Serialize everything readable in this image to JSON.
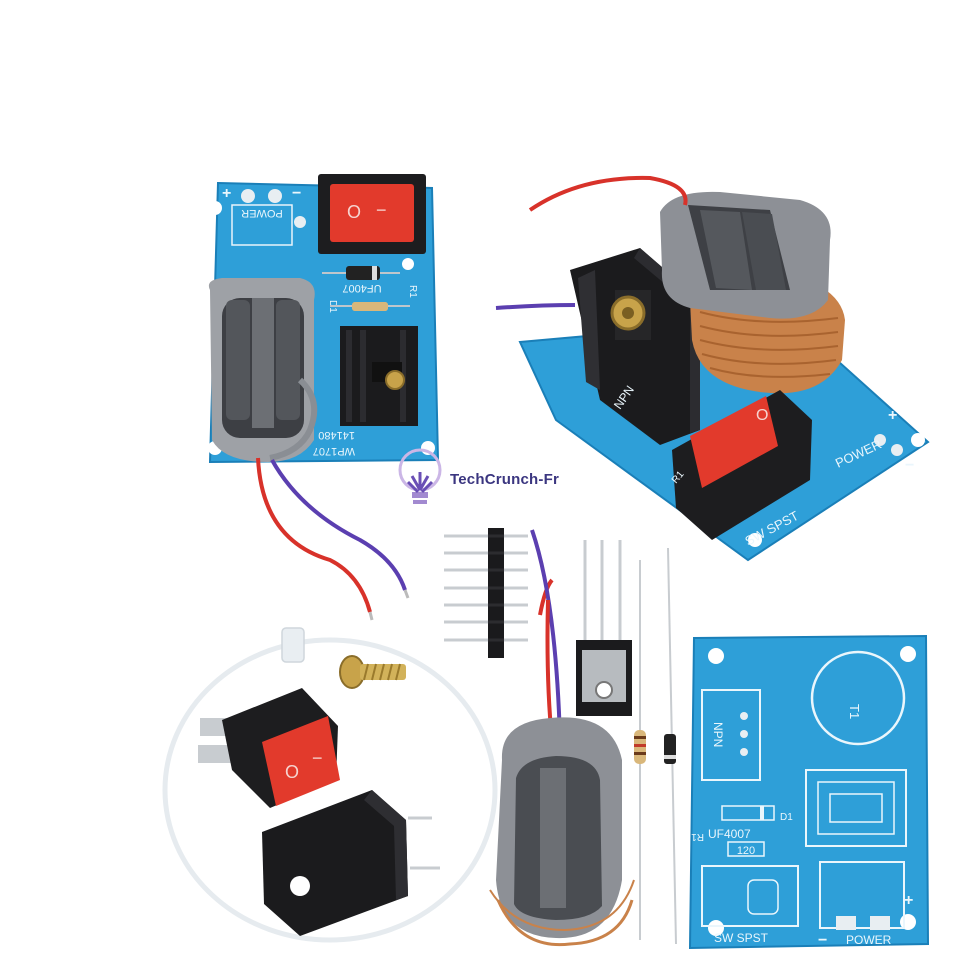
{
  "colors": {
    "pcb_blue": "#2e9fd8",
    "pcb_blue_dark": "#1a7fb8",
    "switch_red": "#e23a2c",
    "wire_red": "#d8322a",
    "wire_purple": "#5b3fb0",
    "heatsink": "#1b1b1d",
    "copper": "#c9824a",
    "core_gray": "#8d9096",
    "watermark": "#3b3680"
  },
  "watermark": {
    "text": "TechCrunch-Fr",
    "icon": "lightbulb-icon"
  },
  "board_top_left": {
    "power": "POWER",
    "plus": "+",
    "minus": "−",
    "diode": "UF4007",
    "d1": "D1",
    "r1": "R1",
    "code1": "141480",
    "code2": "WP1707"
  },
  "board_top_right": {
    "npn": "NPN",
    "power": "POWER",
    "sw": "SW SPST",
    "r1": "R1",
    "plus": "+",
    "minus": "−"
  },
  "bare_pcb": {
    "npn": "NPN",
    "t1": "T1",
    "diode": "UF4007",
    "d1": "D1",
    "r1": "R1",
    "r_value": "120",
    "sw": "SW SPST",
    "power": "POWER",
    "plus": "+",
    "minus": "−"
  },
  "rocker_switch": {
    "off": "O",
    "on": "−"
  }
}
